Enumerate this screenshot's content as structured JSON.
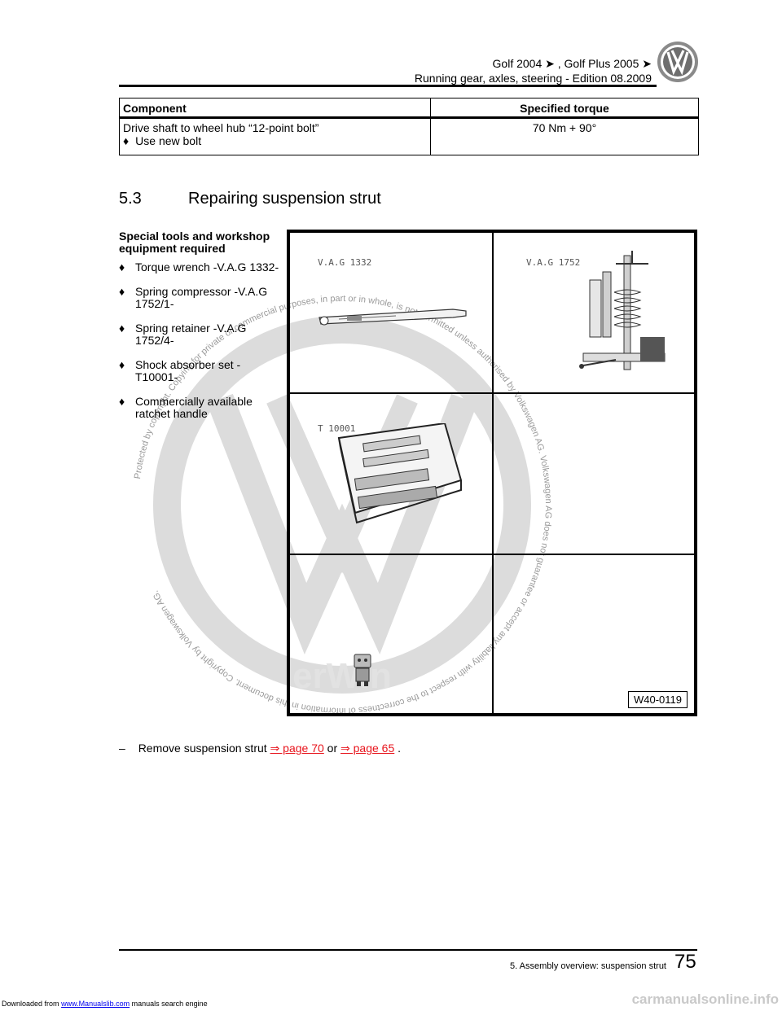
{
  "header": {
    "line1": "Golf 2004 ➤ , Golf Plus 2005 ➤",
    "line2": "Running gear, axles, steering - Edition 08.2009",
    "logo_icon": "vw-logo-icon"
  },
  "torque_table": {
    "col_component": "Component",
    "col_torque": "Specified torque",
    "rows": [
      {
        "component": "Drive shaft to wheel hub “12-point bolt”",
        "note_bullet": "♦",
        "note": "Use new bolt",
        "torque": "70 Nm + 90°"
      }
    ]
  },
  "section": {
    "number": "5.3",
    "title": "Repairing suspension strut"
  },
  "tools": {
    "heading": "Special tools and workshop equipment required",
    "bullet": "♦",
    "items": [
      "Torque wrench -V.A.G 1332-",
      "Spring compressor -V.A.G 1752/1-",
      "Spring retainer -V.A.G 1752/4-",
      "Shock absorber set - T10001-",
      "Commercially available ratchet handle"
    ]
  },
  "figure": {
    "label_wrench": "V.A.G 1332",
    "label_compressor": "V.A.G 1752",
    "label_case": "T 10001",
    "code": "W40-0119"
  },
  "step": {
    "dash": "–",
    "text_before": "Remove suspension strut",
    "link1": "⇒ page 70",
    "text_mid": "or",
    "link2": "⇒ page 65",
    "text_after": "."
  },
  "footer": {
    "chapter": "5. Assembly overview: suspension strut",
    "page": "75",
    "download_prefix": "Downloaded from",
    "download_link": "www.Manualslib.com",
    "download_suffix": "manuals search engine",
    "brand": "carmanualsonline.info"
  },
  "watermark": {
    "text": "Protected by copyright. Copying for private or commercial purposes, in part or in whole, is not permitted unless authorised by Volkswagen AG. Volkswagen AG does not guarantee or accept any liability with respect to the correctness of information in this document. Copyright by Volkswagen AG.",
    "brand": "erWin",
    "colors": {
      "watermark": "#d9d9d9",
      "link": "#e8141c"
    }
  }
}
